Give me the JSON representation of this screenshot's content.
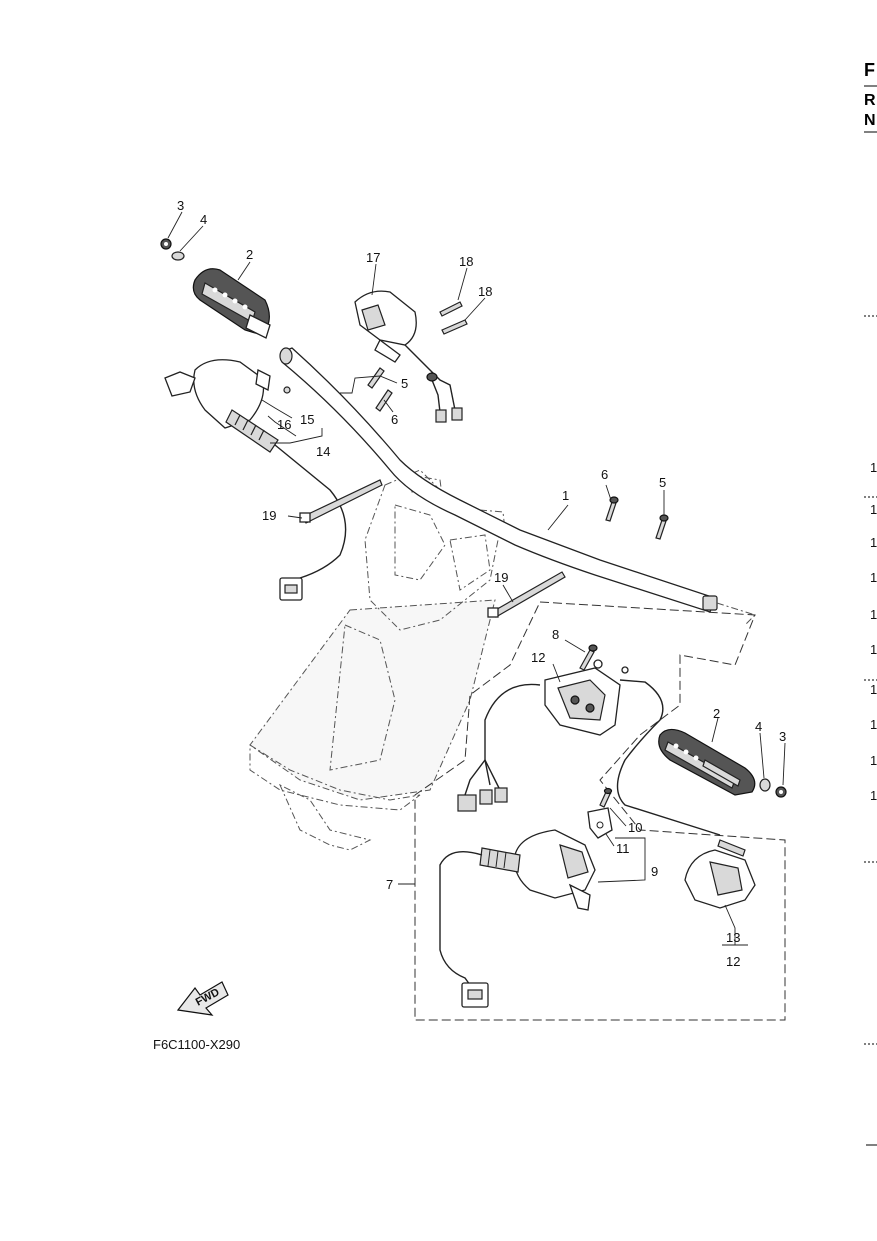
{
  "drawing_code": "F6C1100-X290",
  "fwd_label": "FWD",
  "callouts": {
    "c1": "1",
    "c2_left": "2",
    "c2_right": "2",
    "c3_left": "3",
    "c3_right": "3",
    "c4_left": "4",
    "c4_right": "4",
    "c5_upper": "5",
    "c5_lower": "5",
    "c6_upper": "6",
    "c6_lower": "6",
    "c7": "7",
    "c8": "8",
    "c9": "9",
    "c10": "10",
    "c11": "11",
    "c12_switch": "12",
    "c12_bottom": "12",
    "c13": "13",
    "c14": "14",
    "c15": "15",
    "c16": "16",
    "c17": "17",
    "c18_a": "18",
    "c18_b": "18",
    "c19_left": "19",
    "c19_right": "19"
  },
  "side_index": {
    "letters": [
      "F",
      "R",
      "N"
    ],
    "numbers": [
      "1",
      "1",
      "1",
      "1",
      "1",
      "1",
      "1",
      "1",
      "1",
      "1"
    ]
  }
}
